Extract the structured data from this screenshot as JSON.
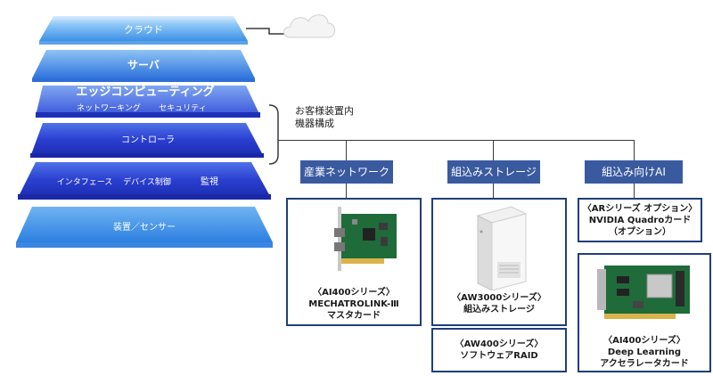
{
  "layers": {
    "cloud": "クラウド",
    "server": "サーバ",
    "edge": "エッジコンピューティング",
    "network": "ネットワーキング",
    "security": "セキュリティ",
    "controller": "コントローラ",
    "interface": "インタフェース",
    "device_control": "デバイス制御",
    "monitoring": "監視",
    "equipment": "装置／センサー"
  },
  "note": {
    "line1": "お客様装置内",
    "line2": "機器構成"
  },
  "categories": {
    "industrial_network": "産業ネットワーク",
    "embedded_storage": "組込みストレージ",
    "embedded_ai": "組込み向けAI"
  },
  "products": {
    "ai400_mechatrolink": {
      "line1": "〈AI400シリーズ〉",
      "line2": "MECHATROLINK-Ⅲ",
      "line3": "マスタカード"
    },
    "aw3000": {
      "line1": "〈AW3000シリーズ〉",
      "line2": "組込みストレージ"
    },
    "aw400": {
      "line1": "〈AW400シリーズ〉",
      "line2": "ソフトウェアRAID"
    },
    "ar_quadro": {
      "line1": "〈ARシリーズ オプション〉",
      "line2": "NVIDIA Quadroカード",
      "line3": "（オプション）"
    },
    "ai400_dl": {
      "line1": "〈AI400シリーズ〉",
      "line2": "Deep Learning",
      "line3": "アクセラレータカード"
    }
  },
  "colors": {
    "box_border": "#1f3f7a",
    "category_fill": "#3a5aa0",
    "layer_dark": "#2233c8",
    "layer_light": "#7ab8f0"
  }
}
